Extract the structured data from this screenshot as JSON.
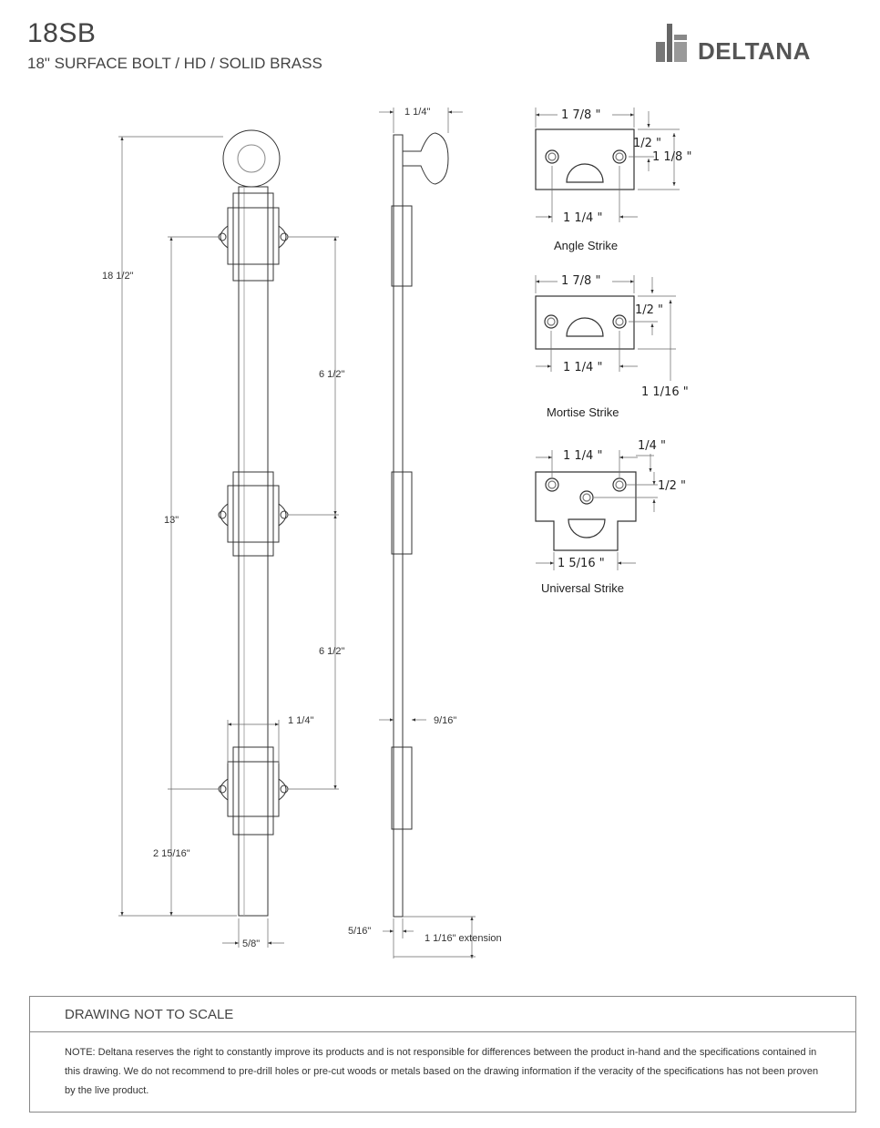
{
  "header": {
    "model": "18SB",
    "subtitle": "18\" SURFACE BOLT / HD / SOLID BRASS",
    "brand": "DELTANA"
  },
  "bolt_front": {
    "overall_length": "18 1/2\"",
    "mount_span": "13\"",
    "upper_spacing": "6 1/2\"",
    "lower_spacing": "6 1/2\"",
    "bracket_width": "1 1/4\"",
    "bottom_offset": "2 15/16\"",
    "rod_diameter": "5/8\""
  },
  "bolt_side": {
    "knob_projection": "1 1/4\"",
    "plate_depth": "9/16\"",
    "rod_offset": "5/16\"",
    "extension": "1 1/16\" extension"
  },
  "strikes": [
    {
      "name": "Angle Strike",
      "width": "1 7/8 \"",
      "hole_spacing": "1 1/4 \"",
      "edge_offset": "1/2 \"",
      "height": "1 1/8 \""
    },
    {
      "name": "Mortise Strike",
      "width": "1 7/8 \"",
      "hole_spacing": "1 1/4 \"",
      "edge_offset": "1/2 \"",
      "height": "1  1/16 \""
    },
    {
      "name": "Universal Strike",
      "hole_spacing": "1 1/4 \"",
      "edge_offset": "1/4 \"",
      "hole_offset": "1/2 \"",
      "width": "1  5/16 \""
    }
  ],
  "footer": {
    "title": "DRAWING NOT TO SCALE",
    "note": "NOTE: Deltana reserves the right to constantly improve its products and is not responsible for differences between the product in-hand and the specifications contained in this drawing. We do not recommend to pre-drill holes or pre-cut woods or metals based on the drawing information if the veracity of the specifications has not been proven by the live product."
  },
  "colors": {
    "line": "#333333",
    "dim_line": "#555555",
    "text": "#3a3a3a",
    "brand_gray": "#555555"
  }
}
